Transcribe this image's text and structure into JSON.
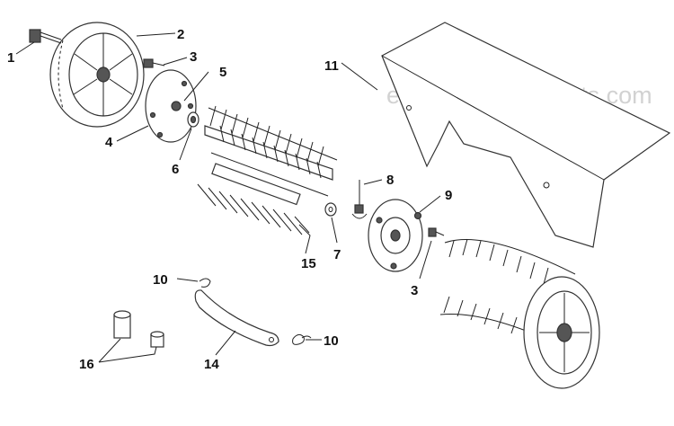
{
  "watermark": "eReplacementParts.com",
  "callouts": [
    {
      "id": "1",
      "text": "1"
    },
    {
      "id": "2",
      "text": "2"
    },
    {
      "id": "3a",
      "text": "3"
    },
    {
      "id": "4",
      "text": "4"
    },
    {
      "id": "5",
      "text": "5"
    },
    {
      "id": "6",
      "text": "6"
    },
    {
      "id": "7",
      "text": "7"
    },
    {
      "id": "8",
      "text": "8"
    },
    {
      "id": "9",
      "text": "9"
    },
    {
      "id": "3b",
      "text": "3"
    },
    {
      "id": "10a",
      "text": "10"
    },
    {
      "id": "10b",
      "text": "10"
    },
    {
      "id": "11",
      "text": "11"
    },
    {
      "id": "14",
      "text": "14"
    },
    {
      "id": "15",
      "text": "15"
    },
    {
      "id": "16",
      "text": "16"
    }
  ]
}
